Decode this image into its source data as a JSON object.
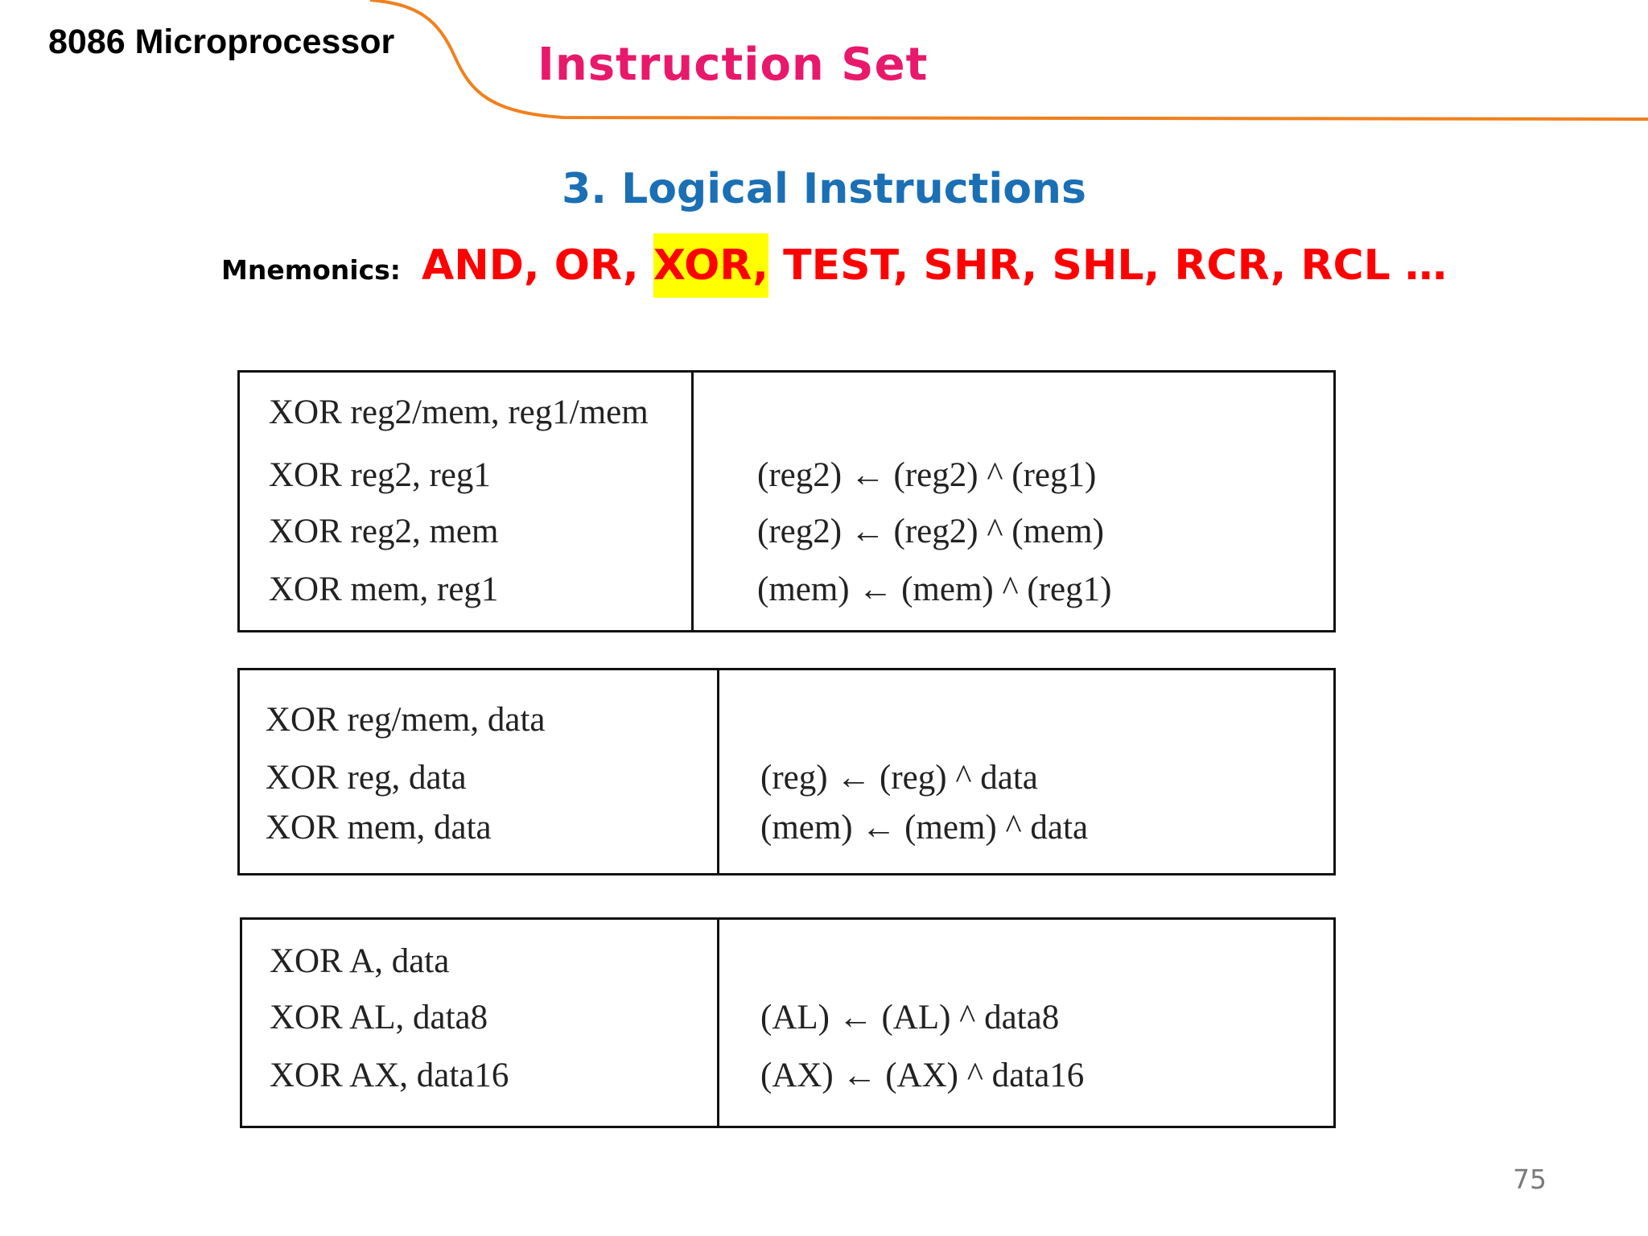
{
  "header": {
    "course_title": "8086 Microprocessor",
    "slide_title": "Instruction Set",
    "accent_color": "#f0801e"
  },
  "section_heading": "3. Logical Instructions",
  "mnemonics": {
    "label": "Mnemonics:",
    "items": [
      "AND,",
      "OR,",
      "XOR,",
      "TEST,",
      "SHR,",
      "SHL,",
      "RCR,",
      "RCL …"
    ],
    "highlighted": "XOR,",
    "highlight_color": "#ffff00"
  },
  "tables": [
    {
      "instructions": [
        "XOR reg2/mem, reg1/mem",
        "XOR  reg2, reg1",
        "XOR reg2, mem",
        "XOR mem, reg1"
      ],
      "operations": [
        "",
        "(reg2) ← (reg2) ^ (reg1)",
        "(reg2) ← (reg2) ^ (mem)",
        "(mem) ← (mem) ^ (reg1)"
      ]
    },
    {
      "instructions": [
        "XOR reg/mem, data",
        "XOR reg, data",
        "XOR mem, data"
      ],
      "operations": [
        "",
        "(reg) ← (reg) ^ data",
        "(mem) ← (mem) ^ data"
      ]
    },
    {
      "instructions": [
        "XOR A, data",
        "XOR AL, data8",
        "XOR AX, data16"
      ],
      "operations": [
        "",
        "(AL) ← (AL) ^ data8",
        "(AX) ← (AX) ^ data16"
      ]
    }
  ],
  "page_number": "75"
}
